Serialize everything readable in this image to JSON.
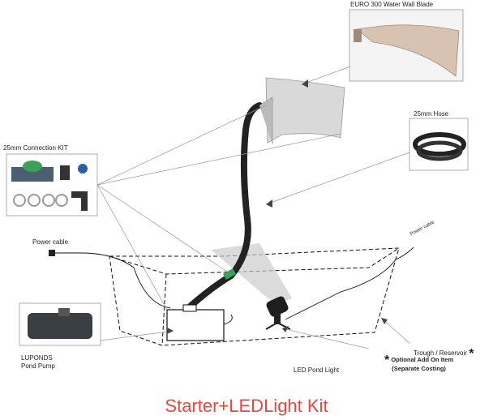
{
  "labels": {
    "wall_blade": "EURO 300 Water Wall Blade",
    "hose": "25mm Hose",
    "connection_kit": "25mm Connection KIT",
    "power_cable_left": "Power cable",
    "power_cable_right": "Power cable",
    "pump_line1": "LUPONDS",
    "pump_line2": "Pond Pump",
    "led_light": "LED Pond Light",
    "trough": "Trough / Reservoir",
    "optional_line1": "Optional Add On Item",
    "optional_line2": "(Separate Costing)",
    "asterisk": "*"
  },
  "title": "Starter+LEDLight Kit",
  "colors": {
    "title": "#e8473f",
    "hose": "#222222",
    "blade": "#d9d9d9",
    "accent_green": "#3aa05a"
  }
}
